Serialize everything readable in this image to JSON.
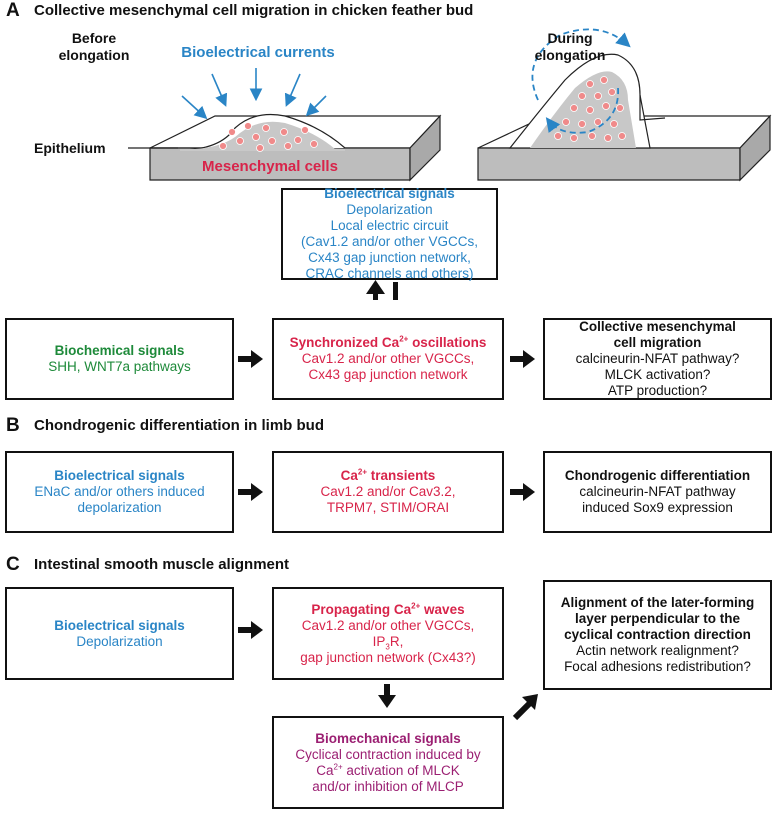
{
  "panel_a": {
    "letter": "A",
    "title": "Collective mesenchymal cell migration in chicken feather bud",
    "before_label_1": "Before",
    "before_label_2": "elongation",
    "during_label_1": "During",
    "during_label_2": "elongation",
    "currents_label": "Bioelectrical currents",
    "epithelium_label": "Epithelium",
    "mesenchymal_label": "Mesenchymal cells",
    "bioelectrical_box": {
      "title": "Bioelectrical signals",
      "lines": [
        "Depolarization",
        "Local electric circuit",
        "(Cav1.2 and/or other VGCCs,",
        "Cx43 gap junction network,",
        "CRAC channels and others)"
      ]
    },
    "biochemical_box": {
      "title": "Biochemical signals",
      "line": "SHH, WNT7a pathways"
    },
    "calcium_box": {
      "title_pre": "Synchronized Ca",
      "title_sup": "2+",
      "title_post": " oscillations",
      "lines": [
        "Cav1.2 and/or other VGCCs,",
        "Cx43 gap junction network"
      ]
    },
    "outcome_box": {
      "title_1": "Collective mesenchymal",
      "title_2": "cell migration",
      "lines": [
        "calcineurin-NFAT pathway?",
        "MLCK activation?",
        "ATP production?"
      ]
    }
  },
  "panel_b": {
    "letter": "B",
    "title": "Chondrogenic differentiation in limb bud",
    "bioelectrical_box": {
      "title": "Bioelectrical signals",
      "lines": [
        "ENaC and/or others induced",
        "depolarization"
      ]
    },
    "calcium_box": {
      "title_pre": "Ca",
      "title_sup": "2+",
      "title_post": " transients",
      "lines": [
        "Cav1.2 and/or Cav3.2,",
        "TRPM7, STIM/ORAI"
      ]
    },
    "outcome_box": {
      "title": "Chondrogenic differentiation",
      "lines": [
        "calcineurin-NFAT pathway",
        "induced Sox9 expression"
      ]
    }
  },
  "panel_c": {
    "letter": "C",
    "title": "Intestinal smooth muscle alignment",
    "bioelectrical_box": {
      "title": "Bioelectrical signals",
      "line": "Depolarization"
    },
    "calcium_box": {
      "title_pre": "Propagating Ca",
      "title_sup": "2+",
      "title_post": " waves",
      "line_1": "Cav1.2 and/or other VGCCs,",
      "line_2_pre": "IP",
      "line_2_sub": "3",
      "line_2_post": "R,",
      "line_3": "gap junction network (Cx43?)"
    },
    "biomechanical_box": {
      "title": "Biomechanical signals",
      "line_1": "Cyclical contraction induced by",
      "line_2_pre": "Ca",
      "line_2_sup": "2+",
      "line_2_post": " activation of MLCK",
      "line_3": "and/or inhibition of MLCP"
    },
    "outcome_box": {
      "title_lines": [
        "Alignment of the later-forming",
        "layer perpendicular to the",
        "cyclical contraction direction"
      ],
      "lines": [
        "Actin network realignment?",
        "Focal adhesions redistribution?"
      ]
    }
  },
  "colors": {
    "blue": "#2a85c6",
    "green": "#1e8a3a",
    "red": "#d8244a",
    "purple": "#9b1f72",
    "cell_pink": "#f08a8a",
    "tissue_gray": "#bdbdbd"
  }
}
